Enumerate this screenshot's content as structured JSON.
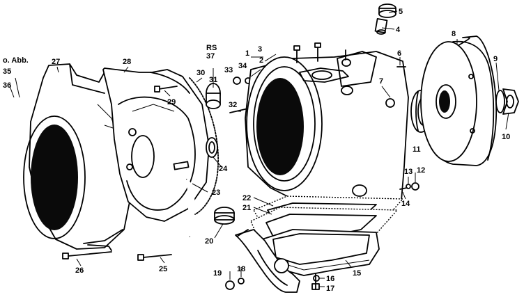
{
  "diagram": {
    "note_label": "o. Abb.",
    "callouts": [
      {
        "id": "c1",
        "text": "1"
      },
      {
        "id": "c2",
        "text": "2"
      },
      {
        "id": "c3",
        "text": "3"
      },
      {
        "id": "c4",
        "text": "4"
      },
      {
        "id": "c5",
        "text": "5"
      },
      {
        "id": "c6",
        "text": "6"
      },
      {
        "id": "c7",
        "text": "7"
      },
      {
        "id": "c8",
        "text": "8"
      },
      {
        "id": "c9",
        "text": "9"
      },
      {
        "id": "c10",
        "text": "10"
      },
      {
        "id": "c11",
        "text": "11"
      },
      {
        "id": "c12",
        "text": "12"
      },
      {
        "id": "c13",
        "text": "13"
      },
      {
        "id": "c14",
        "text": "14"
      },
      {
        "id": "c15",
        "text": "15"
      },
      {
        "id": "c16",
        "text": "16"
      },
      {
        "id": "c17",
        "text": "17"
      },
      {
        "id": "c18",
        "text": "18"
      },
      {
        "id": "c19",
        "text": "19"
      },
      {
        "id": "c20",
        "text": "20"
      },
      {
        "id": "c21",
        "text": "21"
      },
      {
        "id": "c22",
        "text": "22"
      },
      {
        "id": "c23",
        "text": "23"
      },
      {
        "id": "c24",
        "text": "24"
      },
      {
        "id": "c25",
        "text": "25"
      },
      {
        "id": "c26",
        "text": "26"
      },
      {
        "id": "c27",
        "text": "27"
      },
      {
        "id": "c28",
        "text": "28"
      },
      {
        "id": "c29",
        "text": "29"
      },
      {
        "id": "c30",
        "text": "30"
      },
      {
        "id": "c31",
        "text": "31"
      },
      {
        "id": "c32",
        "text": "32"
      },
      {
        "id": "c33",
        "text": "33"
      },
      {
        "id": "c34",
        "text": "34"
      },
      {
        "id": "c35",
        "text": "35"
      },
      {
        "id": "c36",
        "text": "36"
      },
      {
        "id": "c37",
        "text": "37"
      },
      {
        "id": "cRS",
        "text": "RS"
      }
    ]
  }
}
